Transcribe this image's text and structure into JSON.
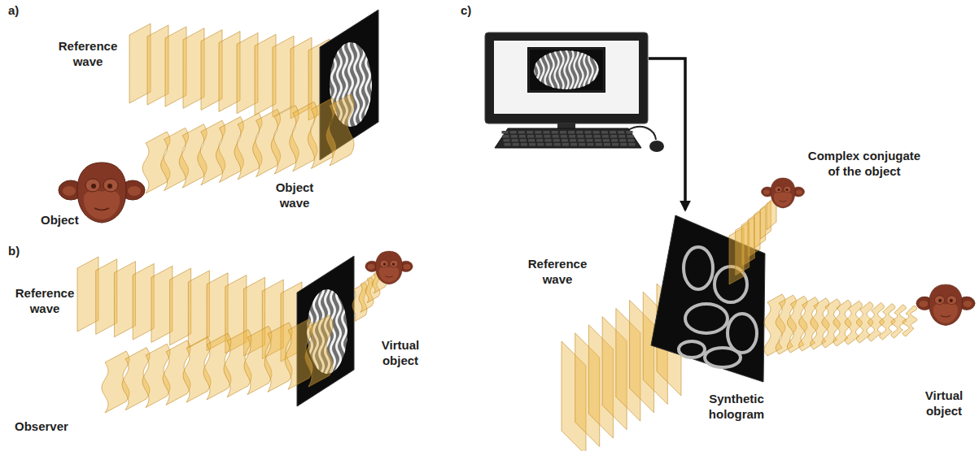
{
  "diagram": {
    "labels": [
      "a)",
      "Reference wave",
      "Object wave",
      "Object",
      "b)",
      "Reference wave",
      "Virtual object",
      "Observer",
      "c)",
      "Complex conjugate of the object",
      "Reference wave",
      "Synthetic hologram",
      "Virtual object"
    ]
  }
}
